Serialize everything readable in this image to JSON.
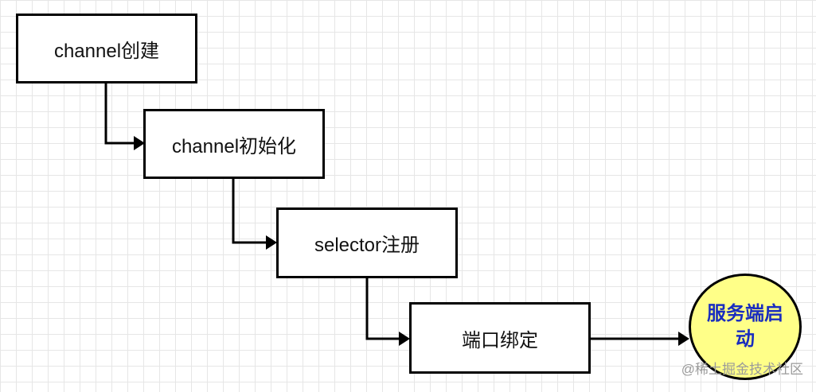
{
  "nodes": {
    "channel_create": "channel创建",
    "channel_init": "channel初始化",
    "selector_register": "selector注册",
    "port_bind": "端口绑定",
    "server_start": "服务端启动"
  },
  "watermark": "@稀土掘金技术社区",
  "colors": {
    "grid": "#e6e6e6",
    "stroke": "#000000",
    "circle_fill": "#ffff88",
    "circle_text": "#1a2dbf"
  }
}
